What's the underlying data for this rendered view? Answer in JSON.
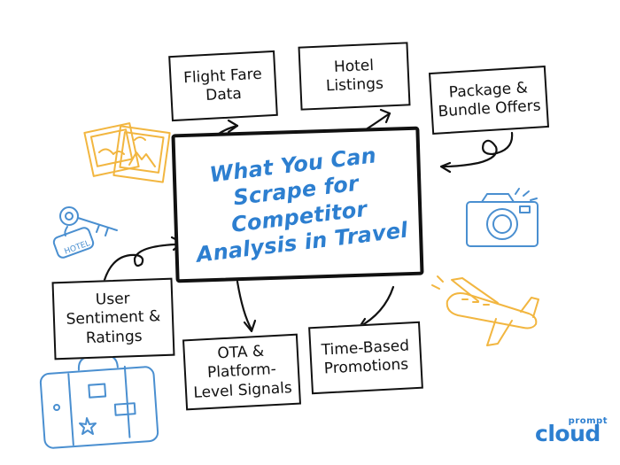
{
  "center": {
    "title": "What You Can\nScrape for\nCompetitor\nAnalysis in Travel"
  },
  "boxes": {
    "flight": "Flight Fare\nData",
    "hotel": "Hotel\nListings",
    "package": "Package &\nBundle Offers",
    "user": "User\nSentiment &\nRatings",
    "ota": "OTA &\nPlatform-\nLevel Signals",
    "time": "Time-Based\nPromotions"
  },
  "decorations": {
    "key_tag_text": "HOTEL",
    "icons": [
      "photos-icon",
      "camera-icon",
      "key-icon",
      "airplane-icon",
      "suitcase-icon"
    ]
  },
  "logo": {
    "small": "prompt",
    "big": "cloud"
  },
  "colors": {
    "accent_blue": "#2d7fd0",
    "sketch_yellow": "#f2b640",
    "sketch_blue": "#4a8fd0",
    "ink": "#111111"
  }
}
